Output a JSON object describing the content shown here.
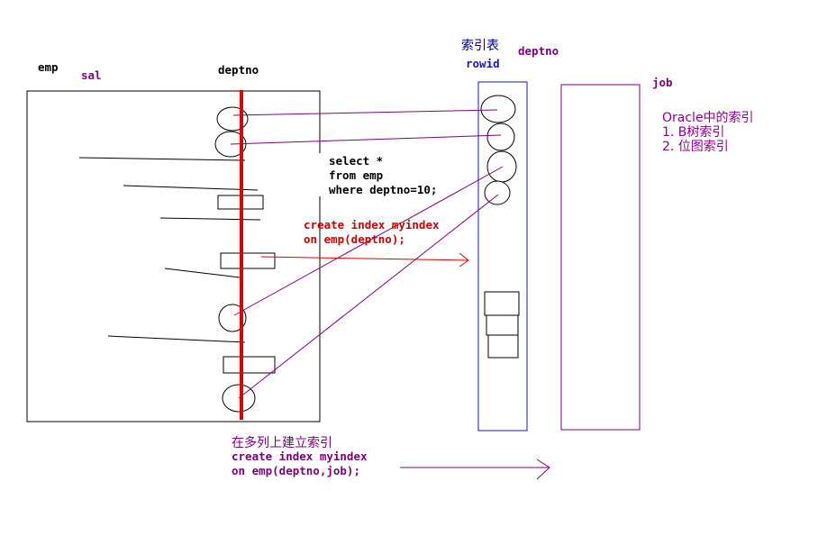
{
  "labels": {
    "emp": "emp",
    "sal": "sal",
    "deptno_left": "deptno",
    "index_table": "索引表",
    "rowid": "rowid",
    "deptno_right": "deptno",
    "job": "job"
  },
  "query": {
    "line1": "select *",
    "line2": "from emp",
    "line3": "where deptno=10;"
  },
  "create_index_single": {
    "line1": "create index myindex",
    "line2": "on emp(deptno);"
  },
  "oracle_index_notes": {
    "title": "Oracle中的索引",
    "item1": "1. B树索引",
    "item2": "2. 位图索引"
  },
  "multi_column": {
    "title": "在多列上建立索引",
    "line1": "create index myindex",
    "line2": "on emp(deptno,job);"
  },
  "colors": {
    "black": "#000000",
    "purple": "#800080",
    "red": "#e00000",
    "navy": "#00008b",
    "blue": "#1a1ab0",
    "text_red": "#cc0000",
    "text_purple": "#7a007a",
    "notes_purple": "#8b008b"
  }
}
